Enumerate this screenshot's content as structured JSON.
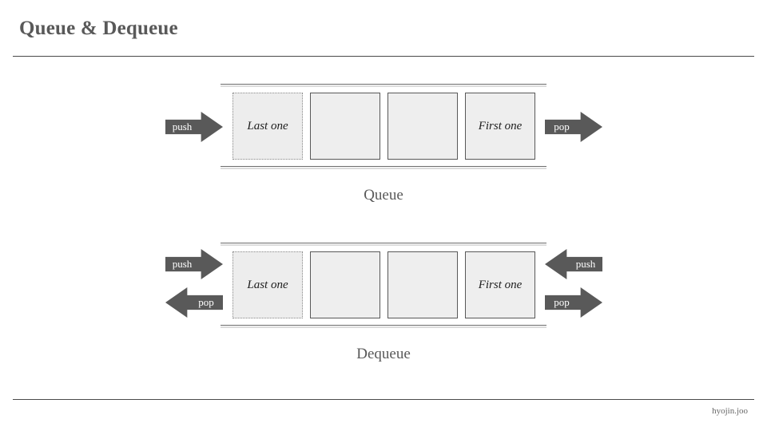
{
  "header": {
    "title": "Queue & Dequeue"
  },
  "footer": {
    "credit": "hyojin.joo"
  },
  "colors": {
    "title_gray": "#595959",
    "arrow_fill": "#595959",
    "cell_fill": "#eeeeee",
    "cell_border": "#585858",
    "dotted_border": "#8a8a8a",
    "rail_dark": "#6b6b6b",
    "rail_light": "#b8b8b8",
    "rule": "#4a4a4a"
  },
  "diagrams": [
    {
      "id": "queue",
      "caption": "Queue",
      "cells": [
        {
          "label": "Last one",
          "style": "dotted"
        },
        {
          "label": "",
          "style": "solid"
        },
        {
          "label": "",
          "style": "solid"
        },
        {
          "label": "First one",
          "style": "solid"
        }
      ],
      "arrows": [
        {
          "label": "push",
          "direction": "right",
          "side": "left"
        },
        {
          "label": "pop",
          "direction": "right",
          "side": "right"
        }
      ]
    },
    {
      "id": "dequeue",
      "caption": "Dequeue",
      "cells": [
        {
          "label": "Last one",
          "style": "dotted"
        },
        {
          "label": "",
          "style": "solid"
        },
        {
          "label": "",
          "style": "solid"
        },
        {
          "label": "First one",
          "style": "solid"
        }
      ],
      "arrows": [
        {
          "label": "push",
          "direction": "right",
          "side": "left-top"
        },
        {
          "label": "pop",
          "direction": "left",
          "side": "left-bottom"
        },
        {
          "label": "push",
          "direction": "left",
          "side": "right-top"
        },
        {
          "label": "pop",
          "direction": "right",
          "side": "right-bottom"
        }
      ]
    }
  ]
}
